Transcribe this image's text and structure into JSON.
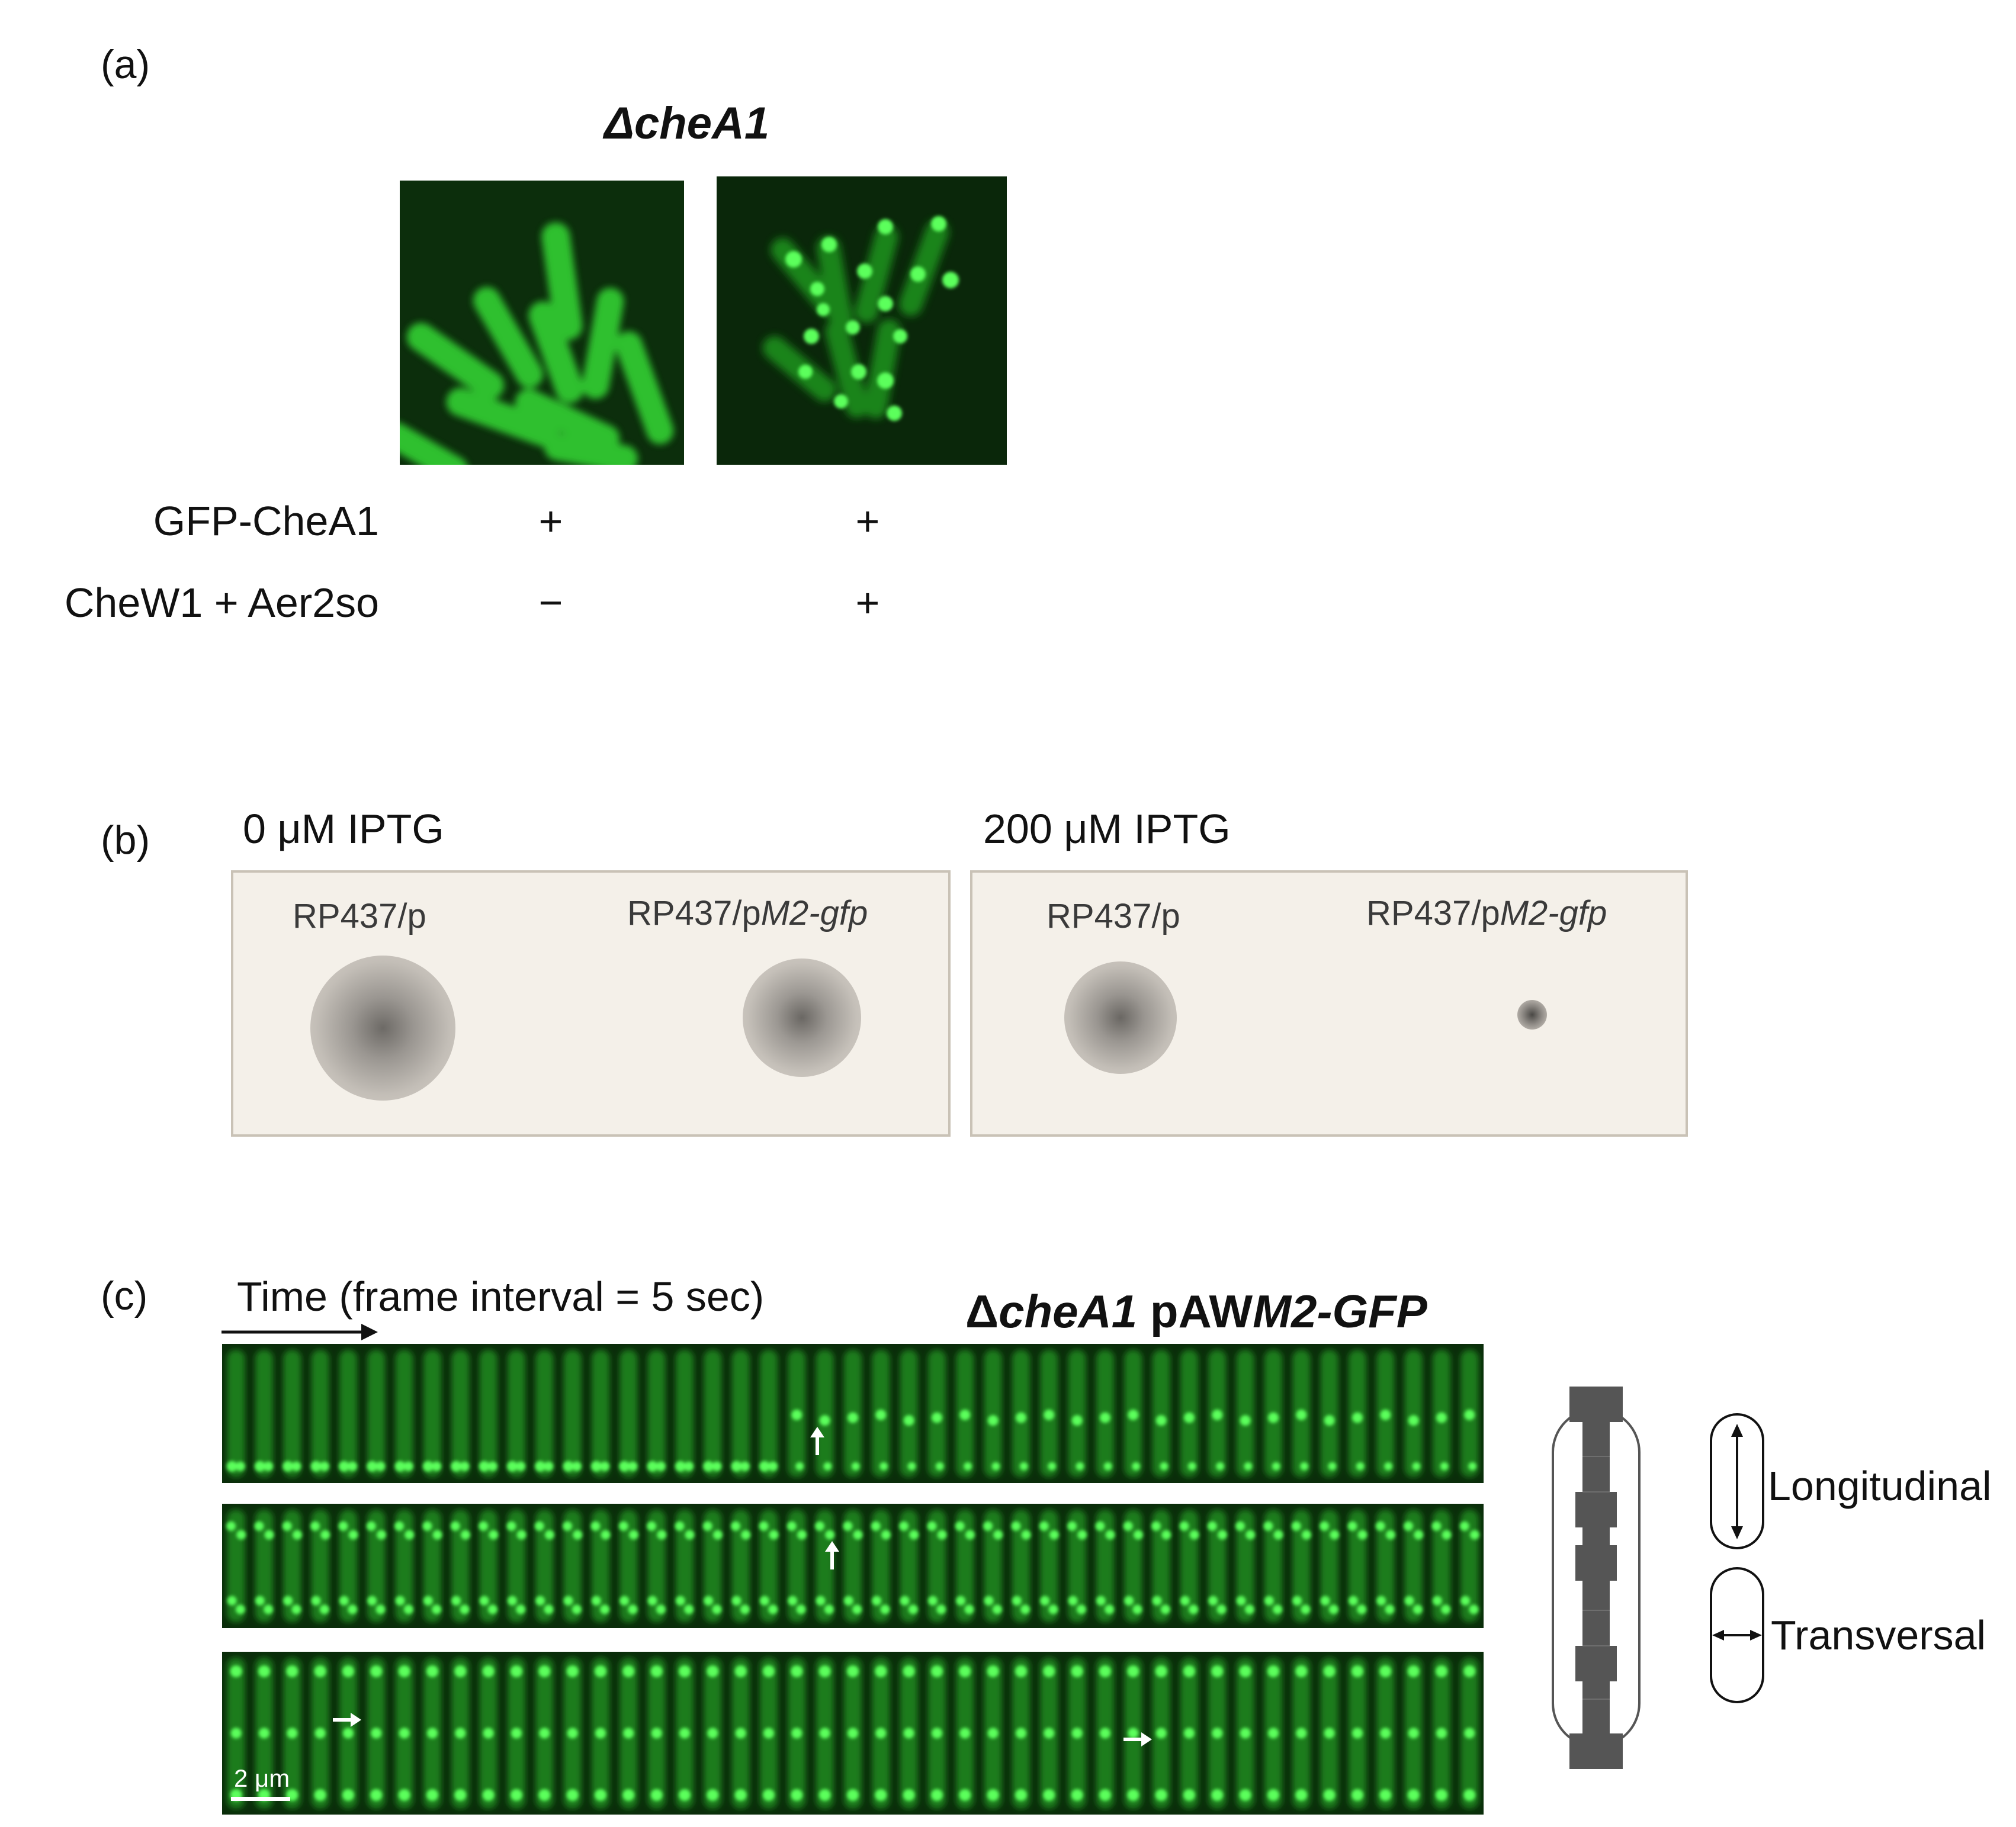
{
  "panel_a": {
    "label": "(a)",
    "title_delta": "Δ",
    "title_gene": "cheA1",
    "rows": [
      {
        "label": "GFP-CheA1",
        "left": "+",
        "right": "+"
      },
      {
        "label": "CheW1 + Aer2so",
        "left": "−",
        "right": "+"
      }
    ]
  },
  "panel_b": {
    "label": "(b)",
    "conditions": [
      {
        "iptg": "0 μM IPTG",
        "strain_left": "RP437/p",
        "strain_right_prefix": "RP437/p",
        "strain_right_italic": "M2-gfp"
      },
      {
        "iptg": "200 μM IPTG",
        "strain_left": "RP437/p",
        "strain_right_prefix": "RP437/p",
        "strain_right_italic": "M2-gfp"
      }
    ]
  },
  "panel_c": {
    "label": "(c)",
    "time_label": "Time (frame interval = 5 sec)",
    "strain_delta": "Δ",
    "strain_gene": "cheA1",
    "strain_plasmid_prefix": " pAW",
    "strain_plasmid_italic": "M2-GFP",
    "scale_bar": "2 μm",
    "legend": [
      {
        "label": "Longitudinal"
      },
      {
        "label": "Transversal"
      }
    ]
  },
  "colors": {
    "gfp_green": "#2fd62f",
    "plate_bg": "#f4f0e9",
    "schematic_gray": "#555555"
  }
}
